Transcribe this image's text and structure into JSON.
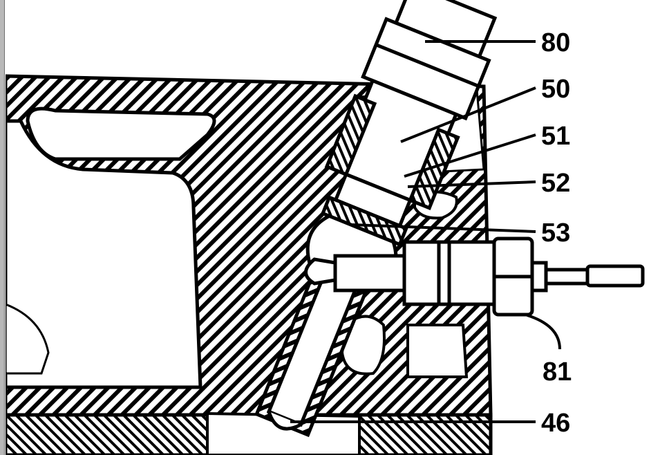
{
  "figure": {
    "title": "Injector and glow plug installation cross-section",
    "callouts": {
      "c80": "80",
      "c50": "50",
      "c51": "51",
      "c52": "52",
      "c53": "53",
      "c81": "81",
      "c46": "46"
    }
  },
  "colors": {
    "ink": "#000000",
    "paper": "#ffffff",
    "frame": "#b8b8b8"
  }
}
